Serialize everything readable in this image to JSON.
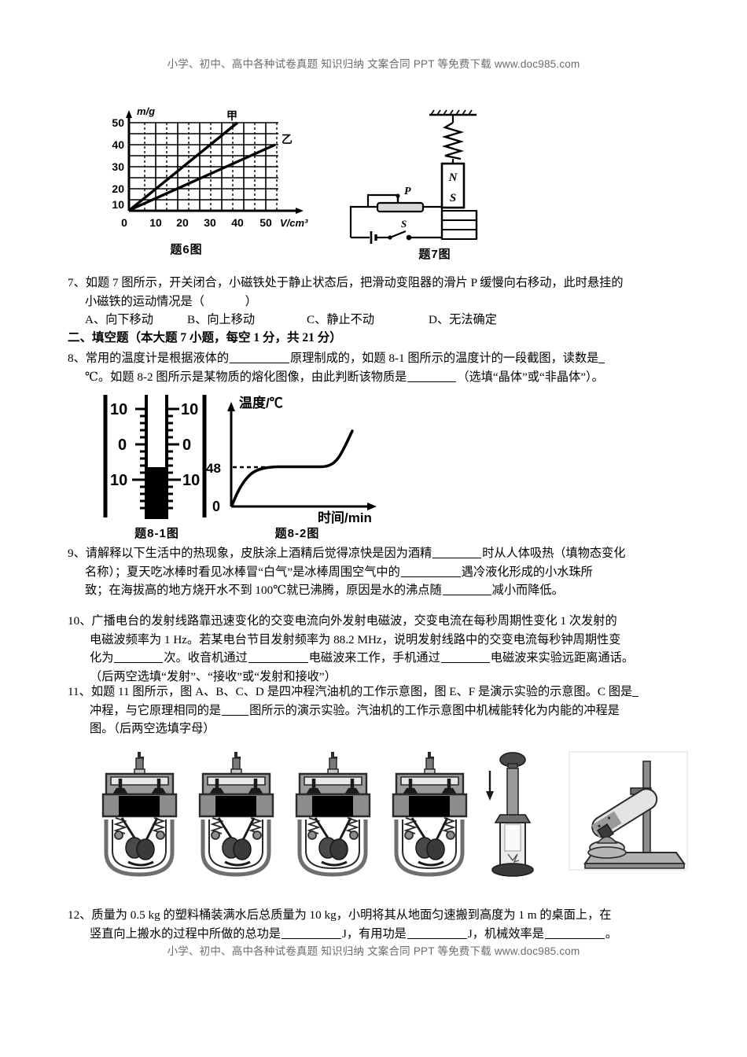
{
  "watermark": {
    "text": "小学、初中、高中各种试卷真题 知识归纳 文案合同 PPT 等免费下载  www.doc985.com"
  },
  "figures": {
    "fig6": {
      "caption": "题6图",
      "chart": {
        "type": "line",
        "xlabel": "V/cm³",
        "ylabel": "m/g",
        "xticks": [
          0,
          10,
          20,
          30,
          40,
          50
        ],
        "yticks": [
          10,
          20,
          30,
          40,
          50
        ],
        "xlim": [
          0,
          55
        ],
        "ylim": [
          0,
          52
        ],
        "grid": true,
        "series": [
          {
            "name": "甲",
            "points": [
              [
                0,
                0
              ],
              [
                40,
                50
              ]
            ]
          },
          {
            "name": "乙",
            "points": [
              [
                0,
                0
              ],
              [
                50,
                40
              ]
            ]
          }
        ],
        "origin_label": "0"
      }
    },
    "fig7": {
      "caption": "题7图",
      "labels": {
        "slider": "P",
        "switch": "S",
        "magnet_north": "N",
        "magnet_south": "S"
      }
    },
    "fig8_1": {
      "caption": "题8-1图",
      "scale_labels": [
        "10",
        "0",
        "10"
      ]
    },
    "fig8_2": {
      "caption": "题8-2图",
      "chart": {
        "type": "line",
        "xlabel": "时间/min",
        "ylabel": "温度/℃",
        "origin_label": "0",
        "yticks": [
          48
        ],
        "plateau_value": 48,
        "grid": false
      }
    },
    "fig11": {
      "caption": ""
    }
  },
  "questions": [
    {
      "id": "q7",
      "number": "7、",
      "line1": "如题 7 图所示，开关闭合，小磁铁处于静止状态后，把滑动变阻器的滑片 P 缓慢向右移动，此时悬挂的",
      "line2_a": "小磁铁的运动情况是（",
      "line2_b": "）",
      "options": [
        "A、向下移动",
        "B、向上移动",
        "C、静止不动",
        "D、无法确定"
      ]
    }
  ],
  "section2": {
    "heading": "二、填空题（本大题 7 小题，每空 1 分，共 21 分）"
  },
  "q8": {
    "number": "8、",
    "p1": "常用的温度计是根据液体的",
    "p2": "原理制成的，如题 8-1 图所示的温度计的一段截图，读数是",
    "p3": "℃。如题 8-2 图所示是某物质的熔化图像，由此判断该物质是",
    "p4": "（选填“晶体”或“非晶体”）。"
  },
  "q9": {
    "number": "9、",
    "p1": "请解释以下生活中的热现象，皮肤涂上酒精后觉得凉快是因为酒精",
    "p2": "时从人体吸热（填物态变化",
    "p3": "名称）；夏天吃冰棒时看见冰棒冒“白气”是冰棒周围空气中的",
    "p4": "遇冷液化形成的小水珠所",
    "p5": "致；在海拔高的地方烧开水不到 100℃就已沸腾，原因是水的沸点随",
    "p6": "减小而降低。"
  },
  "q10": {
    "number": "10、",
    "p1": "广播电台的发射线路靠迅速变化的交变电流向外发射电磁波，交变电流在每秒周期性变化 1 次发射的",
    "p2": "电磁波频率为 1 Hz。若某电台节目发射频率为 88.2 MHz，说明发射线路中的交变电流每秒钟周期性变",
    "p3": "化为",
    "p4": "次。收音机通过",
    "p5": "电磁波来工作，手机通过",
    "p6": "电磁波来实验远距离通话。",
    "p7": "（后两空选填“发射”、“接收”或“发射和接收”）"
  },
  "q11": {
    "number": "11、",
    "p1": "如题 11 图所示，图 A、B、C、D 是四冲程汽油机的工作示意图，图 E、F 是演示实验的示意图。C 图是",
    "p2": "冲程，与它原理相同的是",
    "p3": "图所示的演示实验。汽油机的工作示意图中机械能转化为内能的冲程是",
    "p4": "图。（后两空选填字母）"
  },
  "q12": {
    "number": "12、",
    "p1": "质量为 0.5 kg 的塑料桶装满水后总质量为 10 kg，小明将其从地面匀速搬到高度为 1 m 的桌面上，在",
    "p2": "竖直向上搬水的过程中所做的总功是",
    "p3": "J，有用功是",
    "p4": "J，机械效率是",
    "p5": "。"
  },
  "colors": {
    "ink": "#000000",
    "watermark": "#6c6c6c",
    "engine_dark": "#2b2b2b",
    "engine_mid": "#7a7a7a",
    "engine_light": "#c9c9c9"
  }
}
